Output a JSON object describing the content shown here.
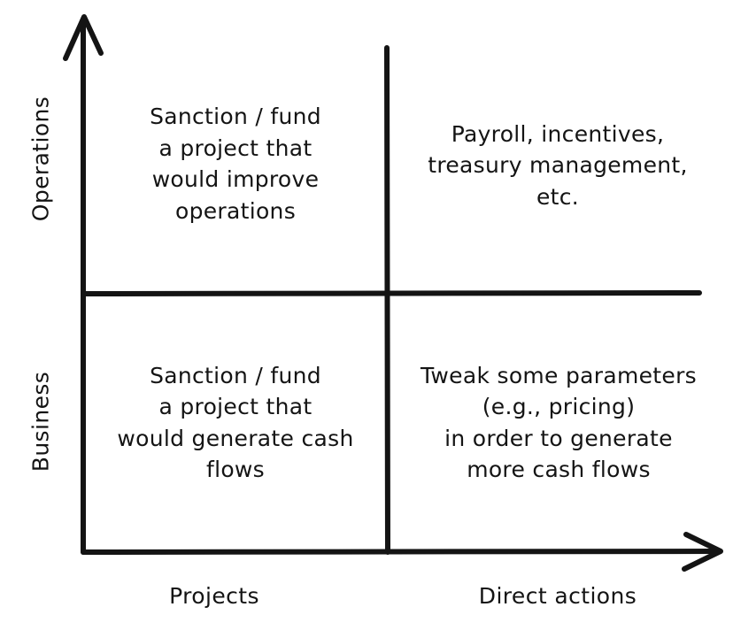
{
  "diagram": {
    "type": "2x2-matrix",
    "background_color": "#ffffff",
    "stroke_color": "#141414",
    "axes": {
      "y_axis": {
        "labels": [
          {
            "id": "operations",
            "text": "Operations",
            "orientation": "vertical-bottom-to-top"
          },
          {
            "id": "business",
            "text": "Business",
            "orientation": "vertical-bottom-to-top"
          }
        ],
        "arrow": "up"
      },
      "x_axis": {
        "labels": [
          {
            "id": "projects",
            "text": "Projects"
          },
          {
            "id": "direct-actions",
            "text": "Direct actions"
          }
        ],
        "arrow": "right"
      }
    },
    "quadrants": [
      {
        "id": "top-left",
        "row": "Operations",
        "column": "Projects",
        "lines": [
          "Sanction / fund",
          "a project that",
          "would improve",
          "operations"
        ]
      },
      {
        "id": "top-right",
        "row": "Operations",
        "column": "Direct actions",
        "lines": [
          "Payroll, incentives,",
          "treasury management,",
          "etc."
        ]
      },
      {
        "id": "bottom-left",
        "row": "Business",
        "column": "Projects",
        "lines": [
          "Sanction / fund",
          "a project that",
          "would generate cash",
          "flows"
        ]
      },
      {
        "id": "bottom-right",
        "row": "Business",
        "column": "Direct actions",
        "lines": [
          "Tweak some parameters",
          "(e.g., pricing)",
          "in order to generate",
          "more cash flows"
        ]
      }
    ]
  }
}
